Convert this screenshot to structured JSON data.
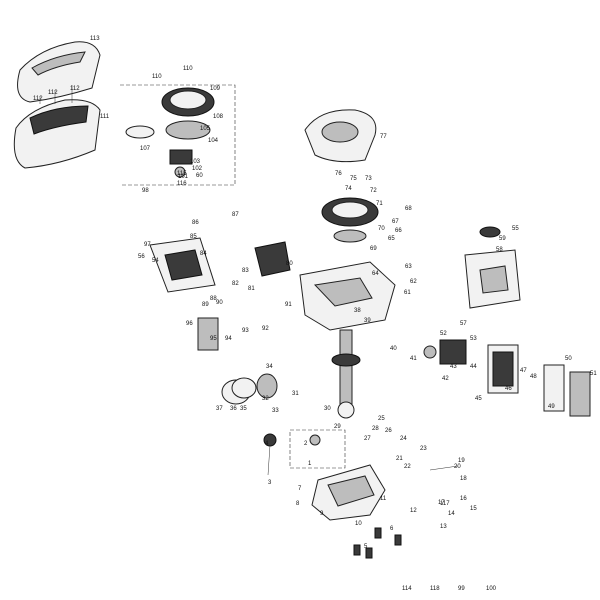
{
  "labels": [
    "113",
    "112",
    "112",
    "112",
    "111",
    "110",
    "110",
    "109",
    "108",
    "105",
    "104",
    "103",
    "102",
    "107",
    "101",
    "60",
    "98",
    "77",
    "76",
    "75",
    "74",
    "73",
    "72",
    "71",
    "70",
    "69",
    "68",
    "67",
    "66",
    "65",
    "64",
    "63",
    "62",
    "61",
    "87",
    "86",
    "85",
    "84",
    "83",
    "82",
    "81",
    "80",
    "88",
    "89",
    "90",
    "91",
    "92",
    "93",
    "94",
    "95",
    "96",
    "97",
    "56",
    "54",
    "55",
    "59",
    "58",
    "57",
    "53",
    "52",
    "51",
    "50",
    "49",
    "48",
    "47",
    "46",
    "45",
    "44",
    "43",
    "42",
    "41",
    "40",
    "39",
    "38",
    "37",
    "36",
    "35",
    "34",
    "33",
    "32",
    "31",
    "30",
    "29",
    "28",
    "27",
    "26",
    "25",
    "24",
    "23",
    "22",
    "21",
    "20",
    "19",
    "18",
    "17",
    "16",
    "15",
    "14",
    "13",
    "12",
    "11",
    "10",
    "9",
    "8",
    "7",
    "6",
    "5",
    "4",
    "3",
    "2",
    "1",
    "117",
    "116",
    "115",
    "114",
    "118",
    "99",
    "100"
  ]
}
